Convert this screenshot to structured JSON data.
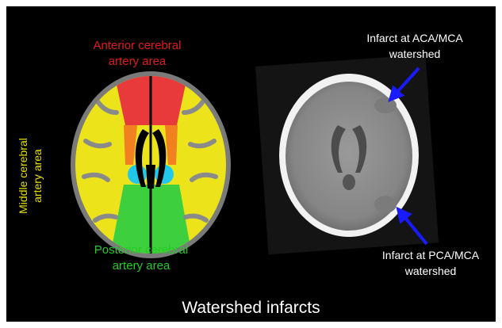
{
  "labels": {
    "anterior_line1": "Anterior cerebral",
    "anterior_line2": "artery area",
    "middle_line1": "Middle cerebral",
    "middle_line2": "artery area",
    "posterior_line1": "Posterior cerebral",
    "posterior_line2": "artery area"
  },
  "annotations": {
    "top_line1": "Infarct at ACA/MCA",
    "top_line2": "watershed",
    "bottom_line1": "Infarct at PCA/MCA",
    "bottom_line2": "watershed"
  },
  "caption": "Watershed infarcts",
  "colors": {
    "anterior": "#e01a1a",
    "middle": "#e8e000",
    "posterior": "#22cc22",
    "watershed_orange": "#f08020",
    "ventricle_cyan": "#20c8e8",
    "arrow": "#1a1aff",
    "background": "#000000"
  }
}
